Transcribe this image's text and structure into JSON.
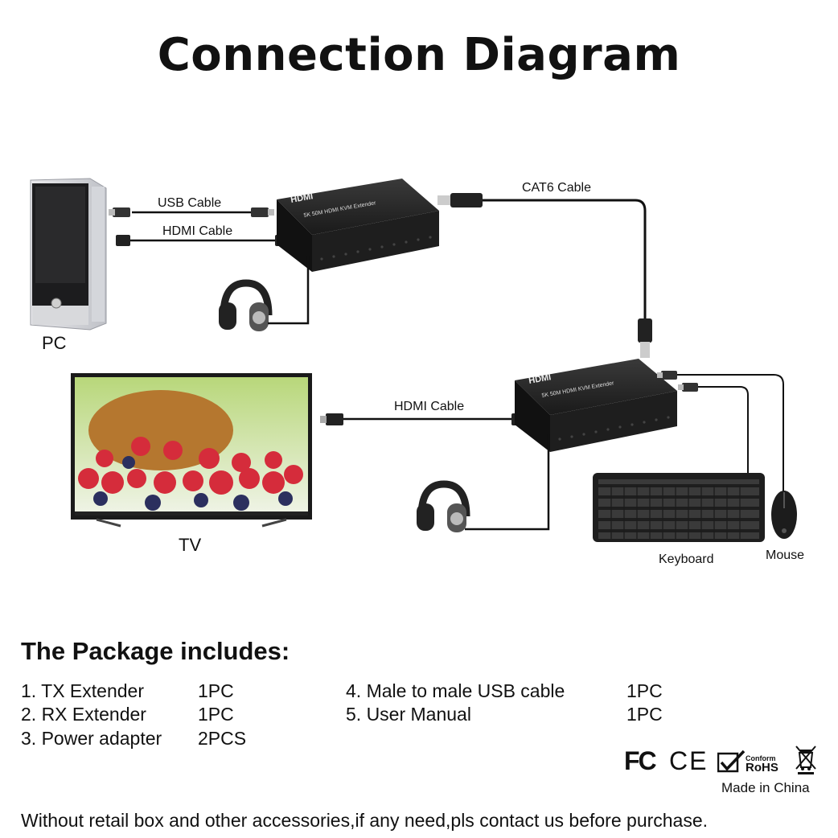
{
  "title": "Connection Diagram",
  "labels": {
    "pc": "PC",
    "tv": "TV",
    "keyboard": "Keyboard",
    "mouse": "Mouse",
    "usb_cable": "USB Cable",
    "hdmi_cable_top": "HDMI Cable",
    "hdmi_cable_bottom": "HDMI Cable",
    "cat6_cable": "CAT6 Cable"
  },
  "device_text": {
    "tx_brand": "HDMI",
    "tx_model": "5K 50M HDMI KVM Extender",
    "rx_brand": "HDMI",
    "rx_model": "5K 50M HDMI KVM Extender"
  },
  "package": {
    "heading": "The Package includes:",
    "items": [
      {
        "name": "1. TX Extender",
        "qty": "1PC"
      },
      {
        "name": "2. RX Extender",
        "qty": "1PC"
      },
      {
        "name": "3. Power adapter",
        "qty": "2PCS"
      },
      {
        "name": "4. Male to male USB cable",
        "qty": "1PC"
      },
      {
        "name": "5. User Manual",
        "qty": "1PC"
      }
    ]
  },
  "certifications": {
    "fc": "FC",
    "ce": "CE",
    "rohs_small": "Conform",
    "rohs_big": "RoHS",
    "made_in": "Made in China"
  },
  "footer": "Without retail box and other accessories,if any need,pls contact us before purchase."
}
